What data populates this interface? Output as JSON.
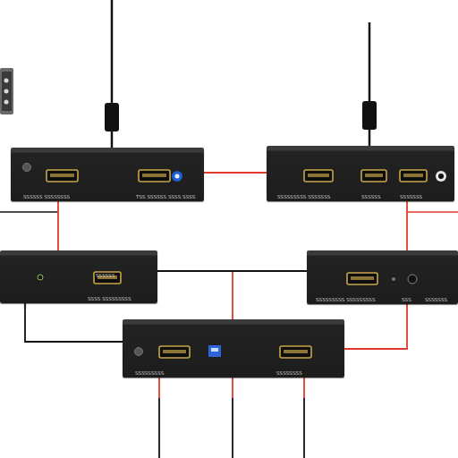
{
  "diagram": {
    "nodes": [
      {
        "text": [
          "SSSSSS SSSSSSSS",
          "TSS SSSSSS SSSS SSSS"
        ]
      },
      {
        "text": [
          "SSSSSSSSS SSSSSSS",
          "SSSSSS",
          "SSSSSSS"
        ]
      },
      {
        "text": [
          "SSSSSS",
          "SSSS SSSSSSSSS"
        ]
      },
      {
        "text": [
          "SSSSSSSSS SSSSSSSSS",
          "SSS",
          "SSSSSSS"
        ]
      },
      {
        "text": [
          "SSSSSSSSS",
          "SSSSSSSS"
        ]
      }
    ],
    "edges": [
      {
        "from": 0,
        "to": 1,
        "arrow": "none"
      },
      {
        "from": 0,
        "to": 2,
        "arrow": "none"
      },
      {
        "from": 1,
        "to": 3,
        "arrow": "none"
      },
      {
        "from": 2,
        "to": 4,
        "arrow": "none"
      },
      {
        "from": 2,
        "to": 3,
        "arrow": "none"
      },
      {
        "from": 2,
        "to": 4,
        "arrow": "none"
      },
      {
        "from": 3,
        "to": 4,
        "arrow": "none"
      }
    ]
  }
}
